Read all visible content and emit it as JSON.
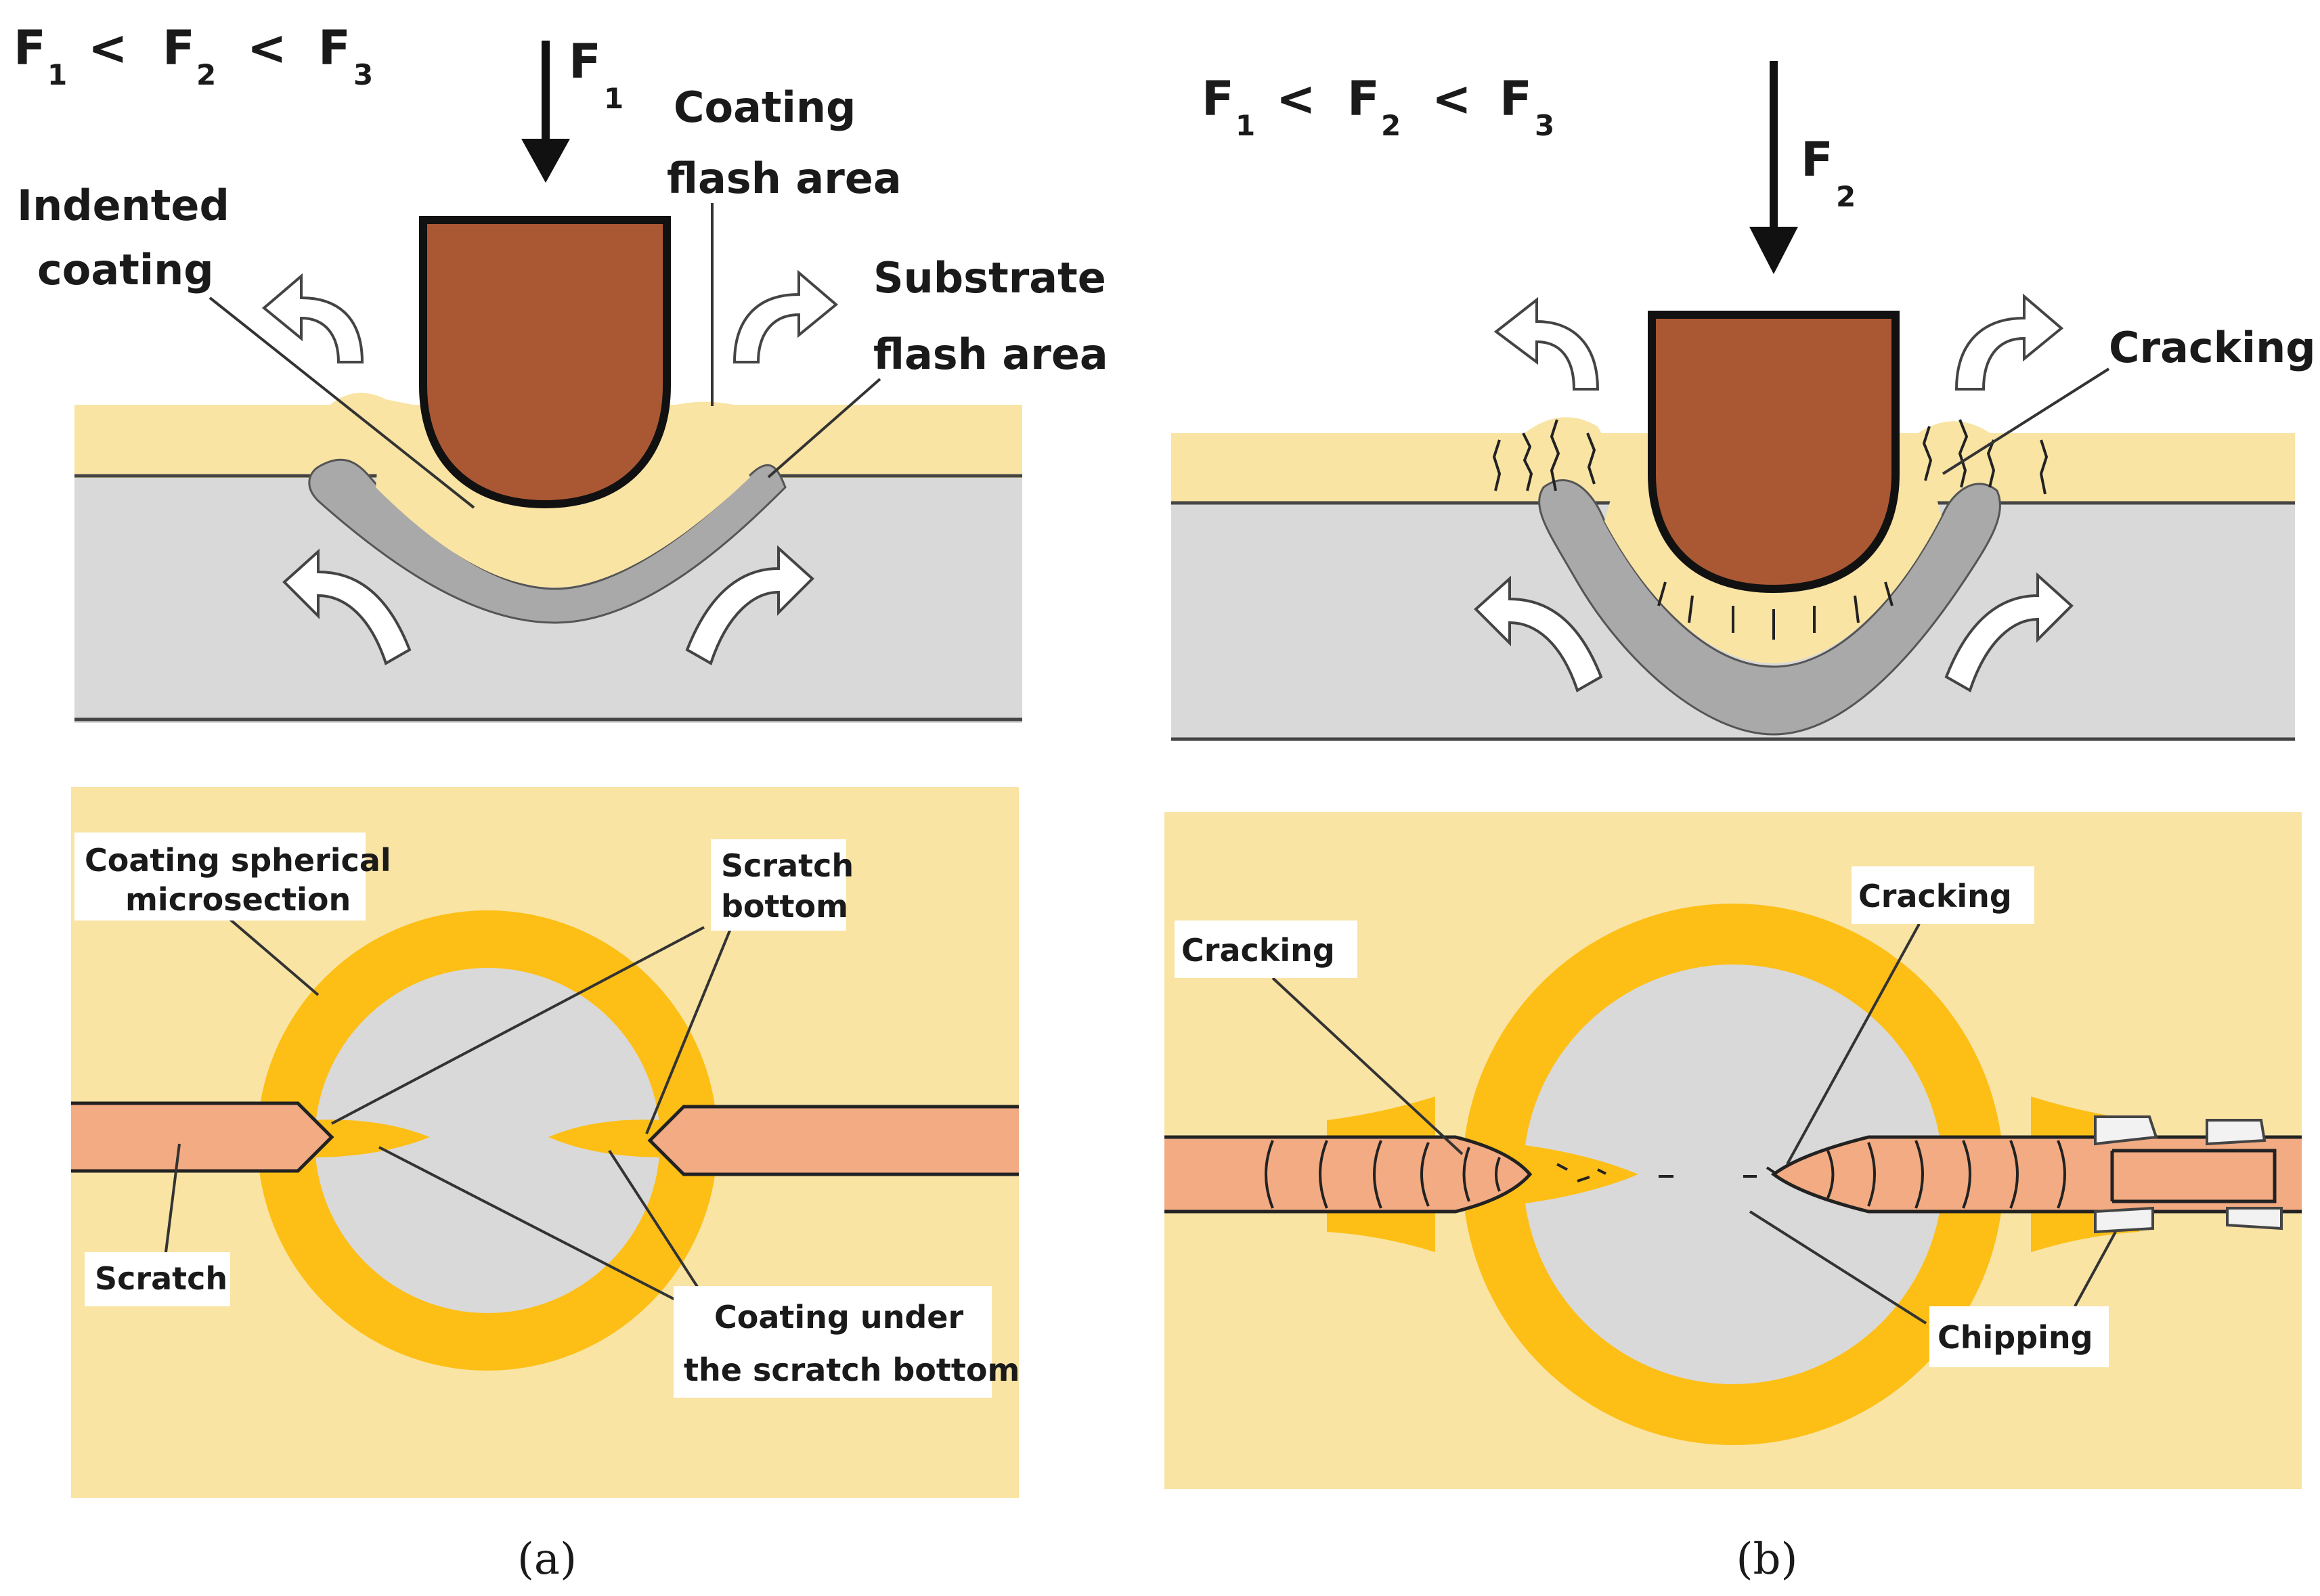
{
  "colors": {
    "coating": "#f9e4a4",
    "substrate": "#d9d9d9",
    "indenter": "#aa5834",
    "deformed": "#a9a9a9",
    "microsection_ring": "#fdbf16",
    "scratch": "#f2ab82",
    "outline": "#1a1a1a"
  },
  "icons": [
    "down-arrow-icon",
    "curved-arrow-icon"
  ],
  "panel_a": {
    "force_relation": {
      "f1": "F",
      "s1": "1",
      "lt1": "<",
      "f2": "F",
      "s2": "2",
      "lt2": "<",
      "f3": "F",
      "s3": "3"
    },
    "applied_force": {
      "f": "F",
      "s": "1"
    },
    "labels": {
      "coating_flash_line1": "Coating",
      "coating_flash_line2": "flash area",
      "indented_line1": "Indented",
      "indented_line2": "coating",
      "substrate_flash_line1": "Substrate",
      "substrate_flash_line2": "flash area",
      "microsection_line1": "Coating spherical",
      "microsection_line2": "microsection",
      "scratch_bottom_line1": "Scratch",
      "scratch_bottom_line2": "bottom",
      "scratch": "Scratch",
      "under_line1": "Coating under",
      "under_line2": "the scratch bottom"
    },
    "caption": "(a)"
  },
  "panel_b": {
    "force_relation": {
      "f1": "F",
      "s1": "1",
      "lt1": "<",
      "f2": "F",
      "s2": "2",
      "lt2": "<",
      "f3": "F",
      "s3": "3"
    },
    "applied_force": {
      "f": "F",
      "s": "2"
    },
    "labels": {
      "cracking_top": "Cracking",
      "cracking_left": "Cracking",
      "cracking_right": "Cracking",
      "chipping": "Chipping"
    },
    "caption": "(b)"
  }
}
